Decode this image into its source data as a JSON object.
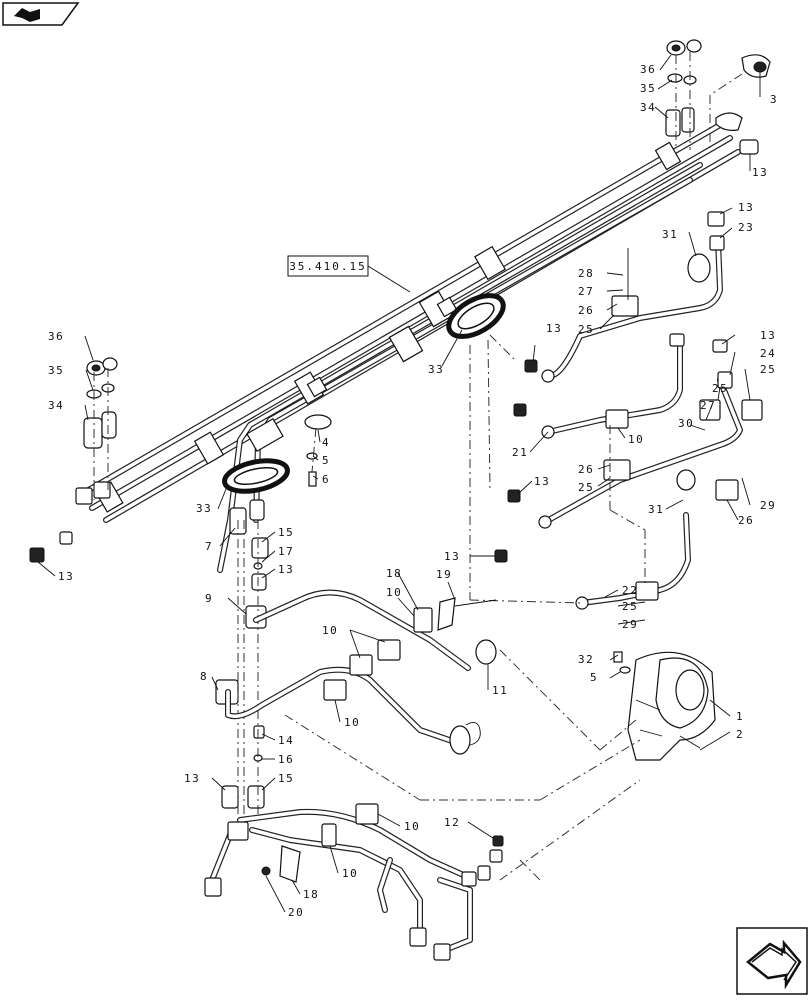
{
  "reference_label": "35.410.15",
  "callouts": [
    {
      "id": "c36a",
      "text": "36"
    },
    {
      "id": "c35a",
      "text": "35"
    },
    {
      "id": "c34a",
      "text": "34"
    },
    {
      "id": "c3",
      "text": "3"
    },
    {
      "id": "c13a",
      "text": "13"
    },
    {
      "id": "c13b",
      "text": "13"
    },
    {
      "id": "c23",
      "text": "23"
    },
    {
      "id": "c31a",
      "text": "31"
    },
    {
      "id": "c28",
      "text": "28"
    },
    {
      "id": "c27a",
      "text": "27"
    },
    {
      "id": "c26a",
      "text": "26"
    },
    {
      "id": "c25a",
      "text": "25"
    },
    {
      "id": "c13c",
      "text": "13"
    },
    {
      "id": "c33a",
      "text": "33"
    },
    {
      "id": "c13d",
      "text": "13"
    },
    {
      "id": "c24",
      "text": "24"
    },
    {
      "id": "c25b",
      "text": "25"
    },
    {
      "id": "c25c",
      "text": "25"
    },
    {
      "id": "c27b",
      "text": "27"
    },
    {
      "id": "c30",
      "text": "30"
    },
    {
      "id": "c10a",
      "text": "10"
    },
    {
      "id": "c21",
      "text": "21"
    },
    {
      "id": "c26b",
      "text": "26"
    },
    {
      "id": "c25d",
      "text": "25"
    },
    {
      "id": "c13e",
      "text": "13"
    },
    {
      "id": "c29a",
      "text": "29"
    },
    {
      "id": "c26c",
      "text": "26"
    },
    {
      "id": "c31b",
      "text": "31"
    },
    {
      "id": "c36b",
      "text": "36"
    },
    {
      "id": "c35b",
      "text": "35"
    },
    {
      "id": "c34b",
      "text": "34"
    },
    {
      "id": "c4",
      "text": "4"
    },
    {
      "id": "c5a",
      "text": "5"
    },
    {
      "id": "c6",
      "text": "6"
    },
    {
      "id": "c33b",
      "text": "33"
    },
    {
      "id": "c7",
      "text": "7"
    },
    {
      "id": "c15a",
      "text": "15"
    },
    {
      "id": "c17",
      "text": "17"
    },
    {
      "id": "c13f",
      "text": "13"
    },
    {
      "id": "c13g",
      "text": "13"
    },
    {
      "id": "c13h",
      "text": "13"
    },
    {
      "id": "c22",
      "text": "22"
    },
    {
      "id": "c25e",
      "text": "25"
    },
    {
      "id": "c29b",
      "text": "29"
    },
    {
      "id": "c18a",
      "text": "18"
    },
    {
      "id": "c19",
      "text": "19"
    },
    {
      "id": "c10b",
      "text": "10"
    },
    {
      "id": "c9",
      "text": "9"
    },
    {
      "id": "c10c",
      "text": "10"
    },
    {
      "id": "c11",
      "text": "11"
    },
    {
      "id": "c32",
      "text": "32"
    },
    {
      "id": "c5b",
      "text": "5"
    },
    {
      "id": "c8",
      "text": "8"
    },
    {
      "id": "c10d",
      "text": "10"
    },
    {
      "id": "c1",
      "text": "1"
    },
    {
      "id": "c2",
      "text": "2"
    },
    {
      "id": "c14",
      "text": "14"
    },
    {
      "id": "c16",
      "text": "16"
    },
    {
      "id": "c13i",
      "text": "13"
    },
    {
      "id": "c15b",
      "text": "15"
    },
    {
      "id": "c10e",
      "text": "10"
    },
    {
      "id": "c12",
      "text": "12"
    },
    {
      "id": "c10f",
      "text": "10"
    },
    {
      "id": "c18b",
      "text": "18"
    },
    {
      "id": "c20",
      "text": "20"
    }
  ],
  "icons": {
    "top_left": "book-icon",
    "bottom_right": "next-page-arrow-icon"
  }
}
